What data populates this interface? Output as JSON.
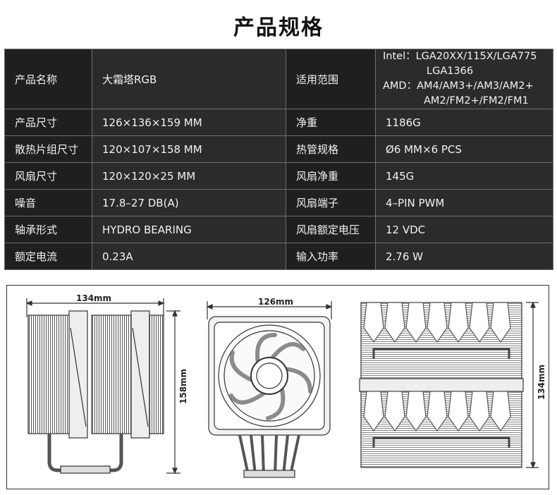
{
  "title": "产品规格",
  "spec_rows": [
    {
      "k1": "产品名称",
      "v1": "大霜塔RGB",
      "k2": "适用范围",
      "v2_lines": [
        "Intel：LGA20XX/115X/LGA775",
        "LGA1366",
        "AMD：AM4/AM3+/AM3/AM2+",
        "AM2/FM2+/FM2/FM1"
      ]
    },
    {
      "k1": "产品尺寸",
      "v1": "126×136×159 MM",
      "k2": "净重",
      "v2": "1186G"
    },
    {
      "k1": "散热片组尺寸",
      "v1": "120×107×158 MM",
      "k2": "热管规格",
      "v2": "Ø6 MM×6 PCS"
    },
    {
      "k1": "风扇尺寸",
      "v1": "120×120×25 MM",
      "k2": "风扇净重",
      "v2": "145G"
    },
    {
      "k1": "噪音",
      "v1": "17.8–27 DB(A)",
      "k2": "风扇端子",
      "v2": "4–PIN PWM"
    },
    {
      "k1": "轴承形式",
      "v1": "HYDRO BEARING",
      "k2": "风扇额定电压",
      "v2": "12 VDC"
    },
    {
      "k1": "额定电流",
      "v1": "0.23A",
      "k2": "输入功率",
      "v2": "2.76 W"
    }
  ],
  "drawing": {
    "side_width_label": "134mm",
    "side_height_label": "158mm",
    "front_width_label": "126mm",
    "top_height_label": "134mm"
  }
}
